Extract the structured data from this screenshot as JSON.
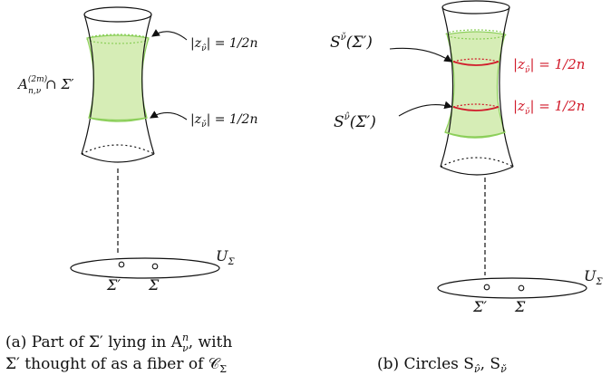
{
  "left": {
    "region_label": "A",
    "region_sup": "(2m)",
    "region_sub": "n,ν",
    "region_rest": " ∩ Σ′",
    "top_eq": "|z",
    "top_sub": "ν̂",
    "top_rest": "| = 1/2n",
    "bot_eq": "|z",
    "bot_sub": "ν̌",
    "bot_rest": "| = 1/2n",
    "base_label": "U",
    "base_sub": "Σ",
    "pt1": "Σ′",
    "pt2": "Σ",
    "caption_line1": "(a) Part of Σ′ lying in A",
    "caption_sup": "n",
    "caption_sub": "ν",
    "caption_line1_end": ", with",
    "caption_line2": "Σ′ thought of as a fiber of 𝒞",
    "caption_line2_sub": "Σ"
  },
  "right": {
    "s_top": "S",
    "s_top_sup": "ν̌",
    "s_top_rest": "(Σ′)",
    "s_bot": "S",
    "s_bot_sup": "ν̂",
    "s_bot_rest": "(Σ′)",
    "top_eq": "|z",
    "top_sub": "ν̂",
    "top_rest": "| = 1/2n",
    "bot_eq": "|z",
    "bot_sub": "ν̌",
    "bot_rest": "| = 1/2n",
    "base_label": "U",
    "base_sub": "Σ",
    "pt1": "Σ′",
    "pt2": "Σ",
    "caption": "(b) Circles S",
    "caption_sub1": "ν̂",
    "caption_sep": ", S",
    "caption_sub2": "ν̌"
  },
  "colors": {
    "band": "#d6edb6",
    "band_edge": "#8ccf5a",
    "red": "#d11a2a"
  }
}
